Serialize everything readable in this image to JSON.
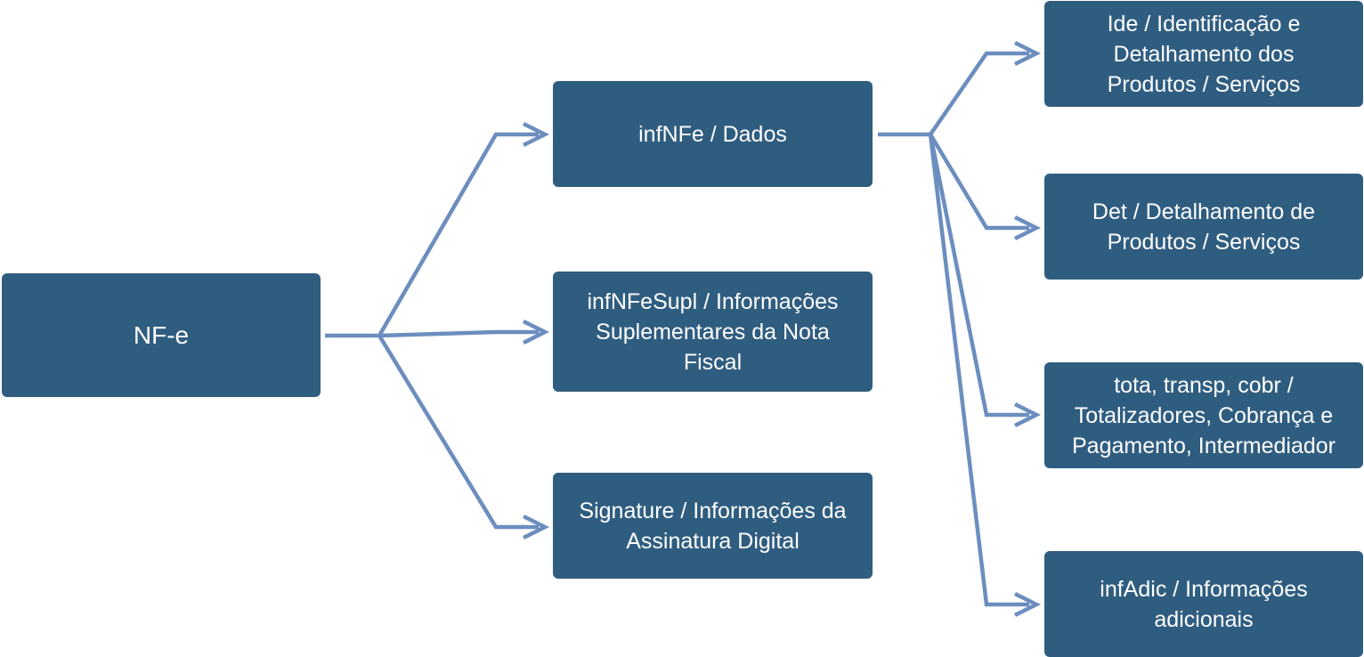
{
  "diagram": {
    "line_color": "#6c8ebf",
    "box_color": "#2f5d80",
    "text_color": "#ffffff",
    "nodes": {
      "root": "NF-e",
      "infnfe": "infNFe / Dados",
      "supl": [
        "infNFeSupl / Informações",
        "Suplementares da Nota",
        "Fiscal"
      ],
      "sig": [
        "Signature / Informações da",
        "Assinatura Digital"
      ],
      "ide": [
        "Ide / Identificação e",
        "Detalhamento dos",
        "Produtos / Serviços"
      ],
      "det": [
        "Det / Detalhamento de",
        "Produtos / Serviços"
      ],
      "tot": [
        "tota, transp, cobr /",
        "Totalizadores, Cobrança e",
        "Pagamento, Intermediador"
      ],
      "adic": [
        "infAdic / Informações",
        "adicionais"
      ]
    },
    "edges": [
      {
        "from": "root",
        "to": "infnfe"
      },
      {
        "from": "root",
        "to": "supl"
      },
      {
        "from": "root",
        "to": "sig"
      },
      {
        "from": "infnfe",
        "to": "ide"
      },
      {
        "from": "infnfe",
        "to": "det"
      },
      {
        "from": "infnfe",
        "to": "tot"
      },
      {
        "from": "infnfe",
        "to": "adic"
      }
    ]
  }
}
